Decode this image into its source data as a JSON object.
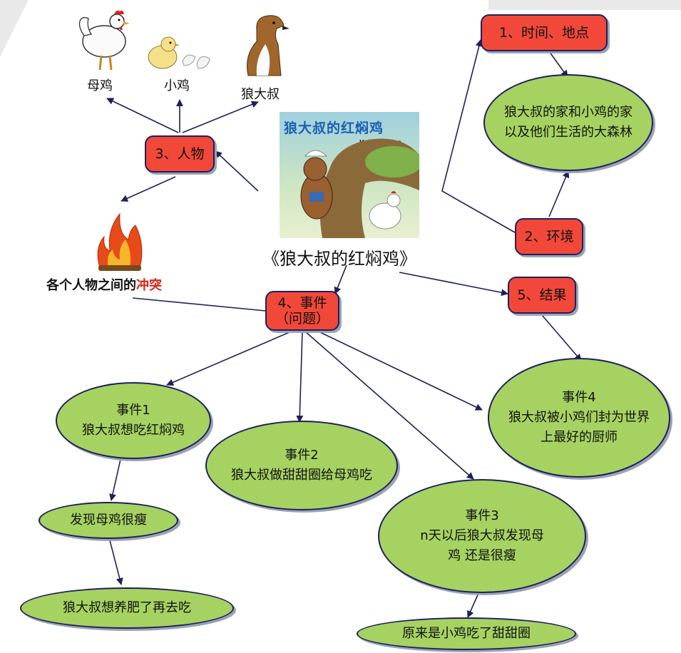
{
  "title": "《狼大叔的红焖鸡》",
  "book_cover": {
    "title": "狼大叔的红焖鸡",
    "author": "Keiko Kasza"
  },
  "characters": {
    "hen": "母鸡",
    "chick": "小鸡",
    "wolf": "狼大叔"
  },
  "nodes": {
    "time_place": "1、时间、地点",
    "environment": "2、环境",
    "people": "3、人物",
    "event_l1": "4、事件",
    "event_l2": "（问题）",
    "result": "5、结果"
  },
  "setting_desc_l1": "狼大叔的家和小鸡的家",
  "setting_desc_l2": "以及他们生活的大森林",
  "conflict_prefix": "各个人物之间的",
  "conflict_highlight": "冲突",
  "event1": {
    "title": "事件1",
    "text": "狼大叔想吃红焖鸡"
  },
  "event1_chain": [
    "发现母鸡很瘦",
    "狼大叔想养肥了再去吃"
  ],
  "event2": {
    "title": "事件2",
    "text": "狼大叔做甜甜圈给母鸡吃"
  },
  "event3": {
    "title": "事件3",
    "text_l1": "n天以后狼大叔发现母",
    "text_l2": "鸡 还是很瘦"
  },
  "event3_chain": [
    "原来是小鸡吃了甜甜圈"
  ],
  "event4": {
    "title": "事件4",
    "text_l1": "狼大叔被小鸡们封为世界",
    "text_l2": "上最好的厨师"
  },
  "colors": {
    "box": "#f2483a",
    "ellipse": "#a6d262",
    "line": "#1f1f5c"
  }
}
